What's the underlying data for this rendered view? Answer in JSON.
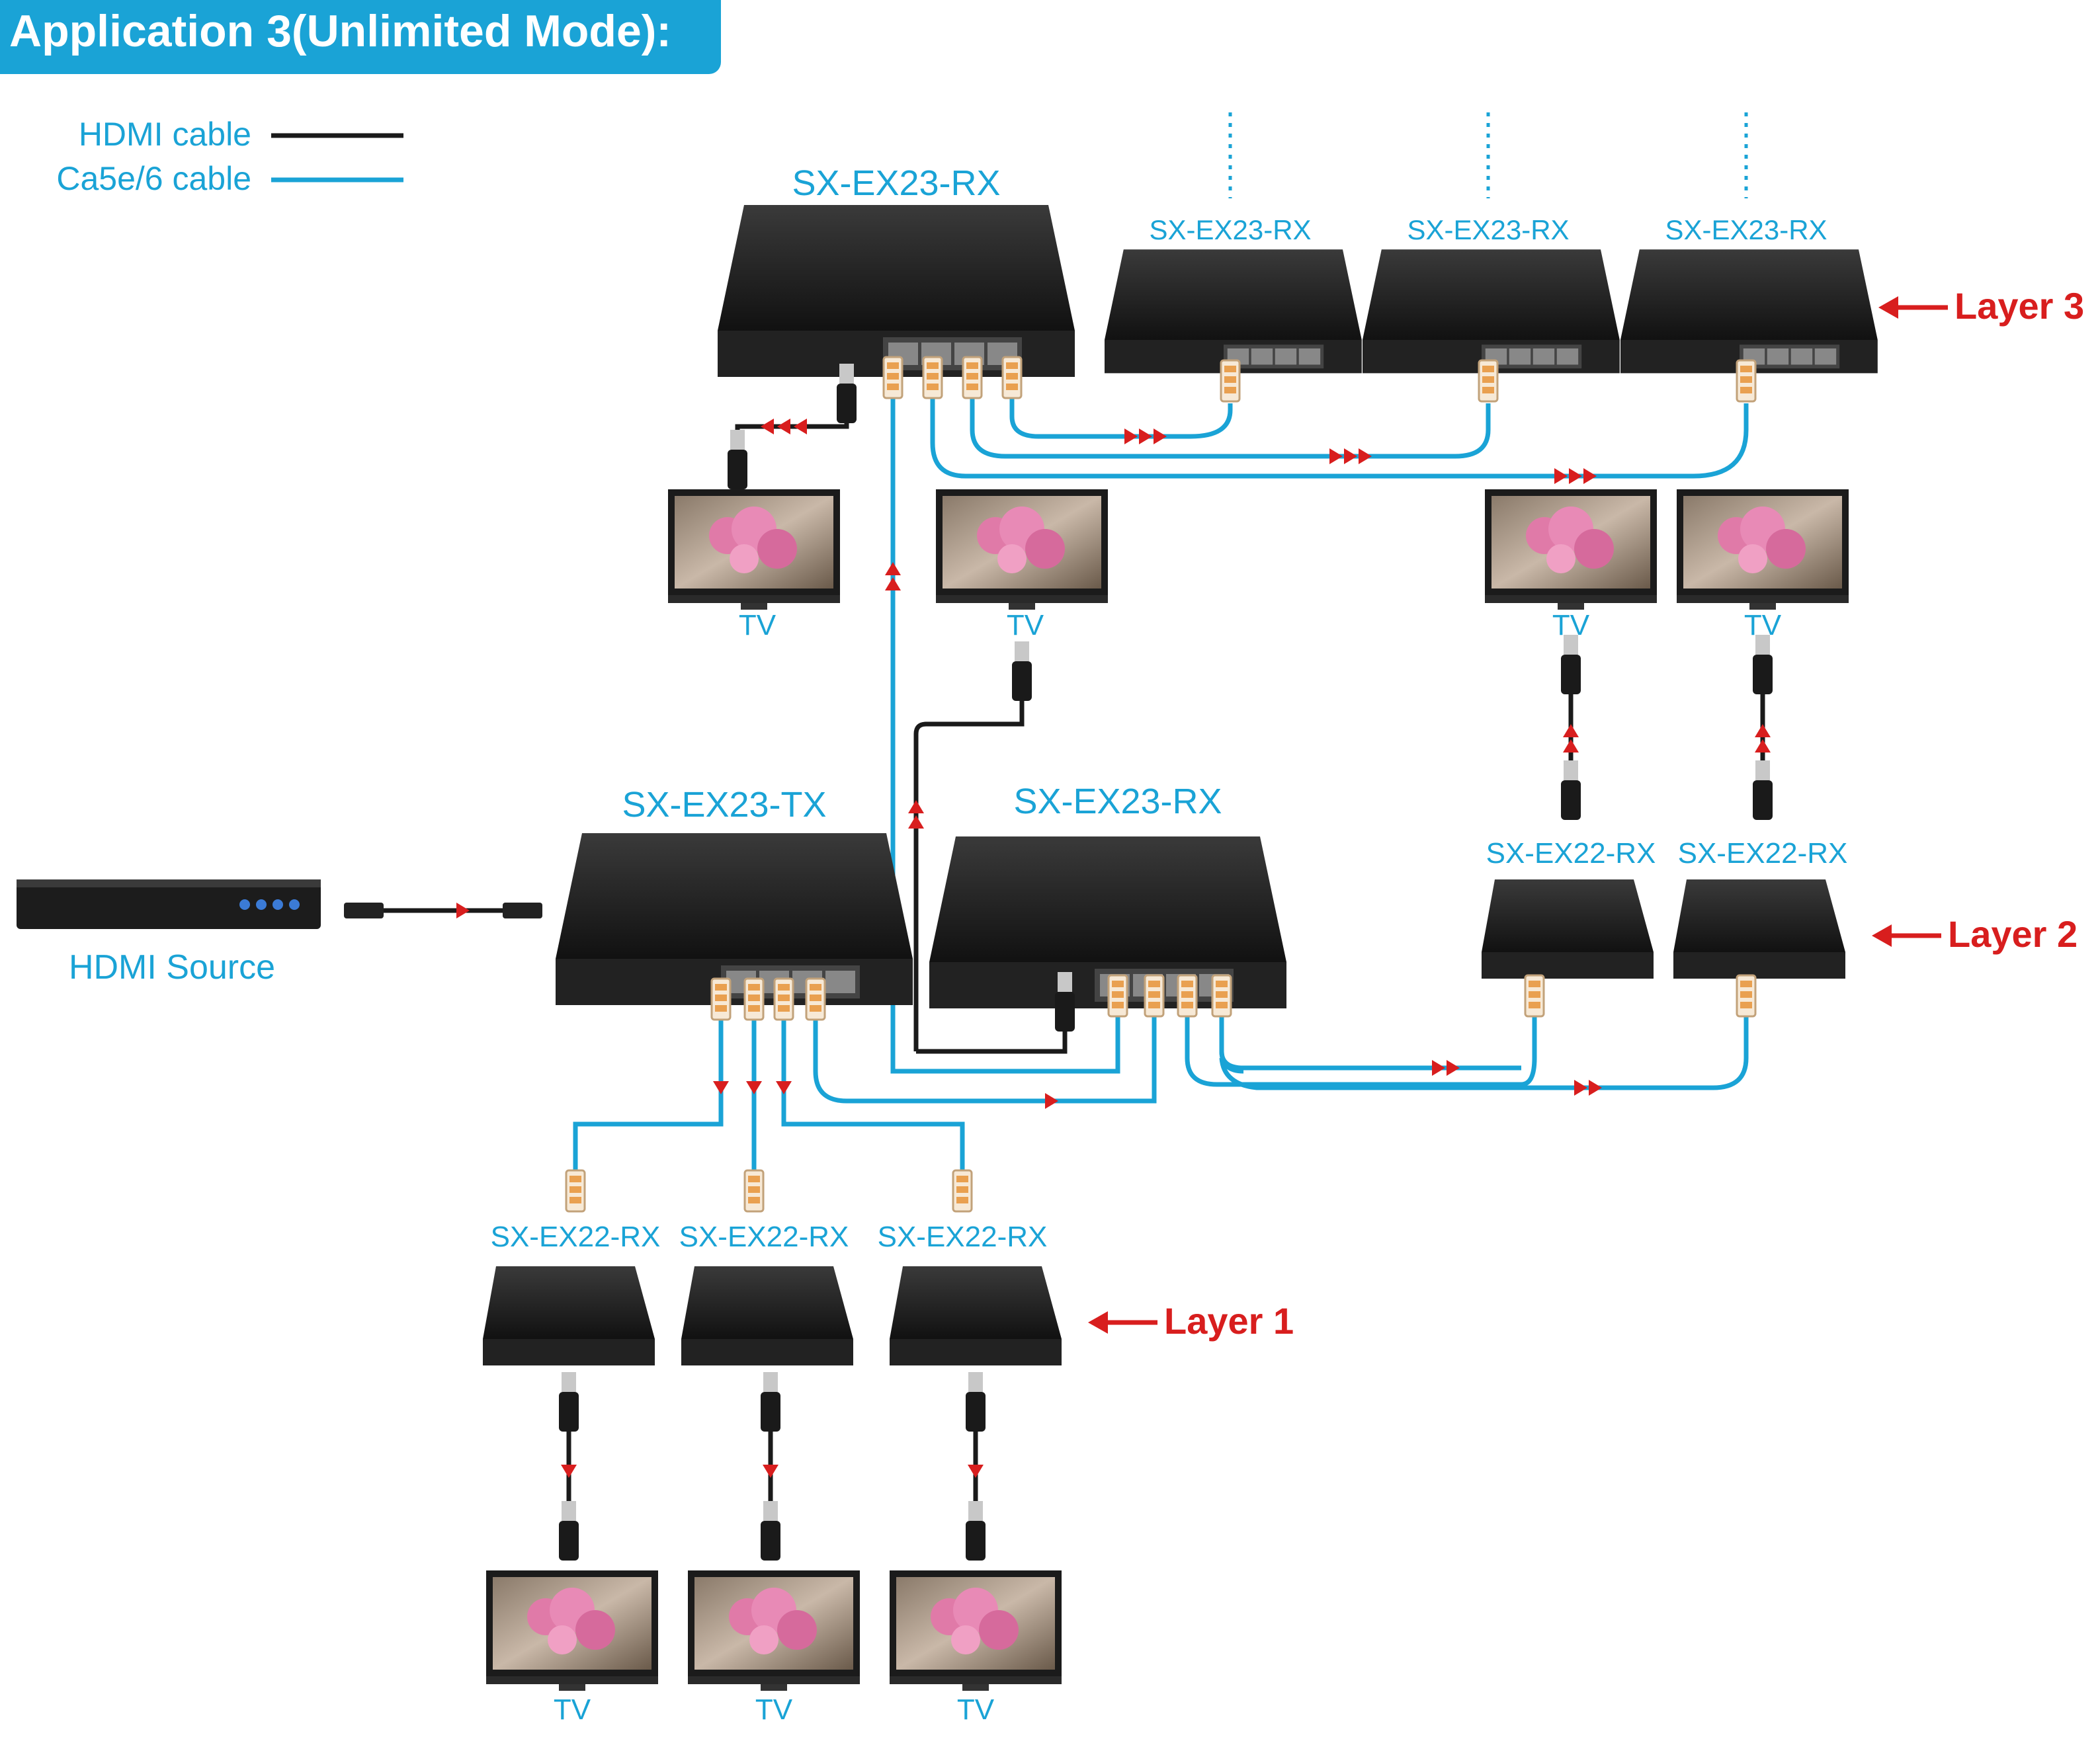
{
  "title": "Application 3(Unlimited Mode):",
  "legend": {
    "hdmi": "HDMI cable",
    "cat": "Ca5e/6 cable"
  },
  "colors": {
    "hdmi": "#1a1a1a",
    "cat": "#1aa3d6",
    "arrow": "#d81e1e",
    "label": "#1aa3d6",
    "layer": "#d81e1e",
    "title_bg": "#1aa3d6"
  },
  "source_label": "HDMI Source",
  "devices": {
    "tx": "SX-EX23-TX",
    "rx_top": "SX-EX23-RX",
    "rx_l3_a": "SX-EX23-RX",
    "rx_l3_b": "SX-EX23-RX",
    "rx_l3_c": "SX-EX23-RX",
    "rx_mid": "SX-EX23-RX",
    "rx22_l2_a": "SX-EX22-RX",
    "rx22_l2_b": "SX-EX22-RX",
    "rx22_l1_a": "SX-EX22-RX",
    "rx22_l1_b": "SX-EX22-RX",
    "rx22_l1_c": "SX-EX22-RX"
  },
  "tv_label": "TV",
  "layers": {
    "l1": "Layer 1",
    "l2": "Layer 2",
    "l3": "Layer 3"
  }
}
